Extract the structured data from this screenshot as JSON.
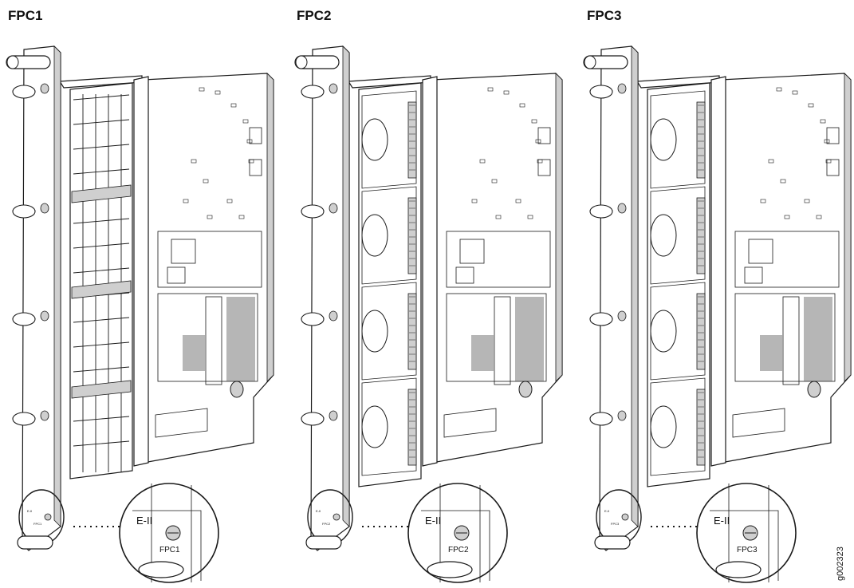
{
  "figure_id": "g002323",
  "cards": [
    {
      "id": "fpc1",
      "title": "FPC1",
      "variant": "fan",
      "inset": {
        "edition": "E-II",
        "slot_label": "FPC1"
      }
    },
    {
      "id": "fpc2",
      "title": "FPC2",
      "variant": "pic",
      "inset": {
        "edition": "E-II",
        "slot_label": "FPC2"
      }
    },
    {
      "id": "fpc3",
      "title": "FPC3",
      "variant": "pic",
      "inset": {
        "edition": "E-II",
        "slot_label": "FPC3"
      }
    }
  ],
  "colors": {
    "line": "#1a1a1a",
    "fill": "#ffffff",
    "shade": "#cfcfcf",
    "chip": "#4a4a4a"
  }
}
